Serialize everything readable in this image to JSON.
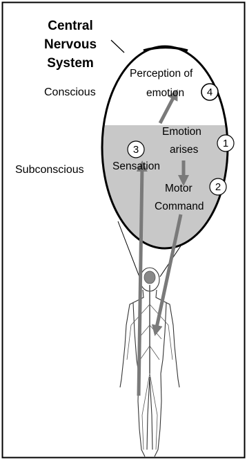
{
  "title": {
    "line1": "Central",
    "line2": "Nervous",
    "line3": "System"
  },
  "levels": {
    "conscious": "Conscious",
    "subconscious": "Subconscious"
  },
  "steps": [
    {
      "number": "1",
      "line1": "Emotion",
      "line2": "arises"
    },
    {
      "number": "2",
      "line1": "Motor",
      "line2": "Command"
    },
    {
      "number": "3",
      "line1": "Sensation",
      "line2": ""
    },
    {
      "number": "4",
      "line1": "Perception of",
      "line2": "emotion"
    }
  ],
  "colors": {
    "subconscious_fill": "#c8c8c8",
    "arrow": "#7a7a7a",
    "outline": "#000000"
  }
}
